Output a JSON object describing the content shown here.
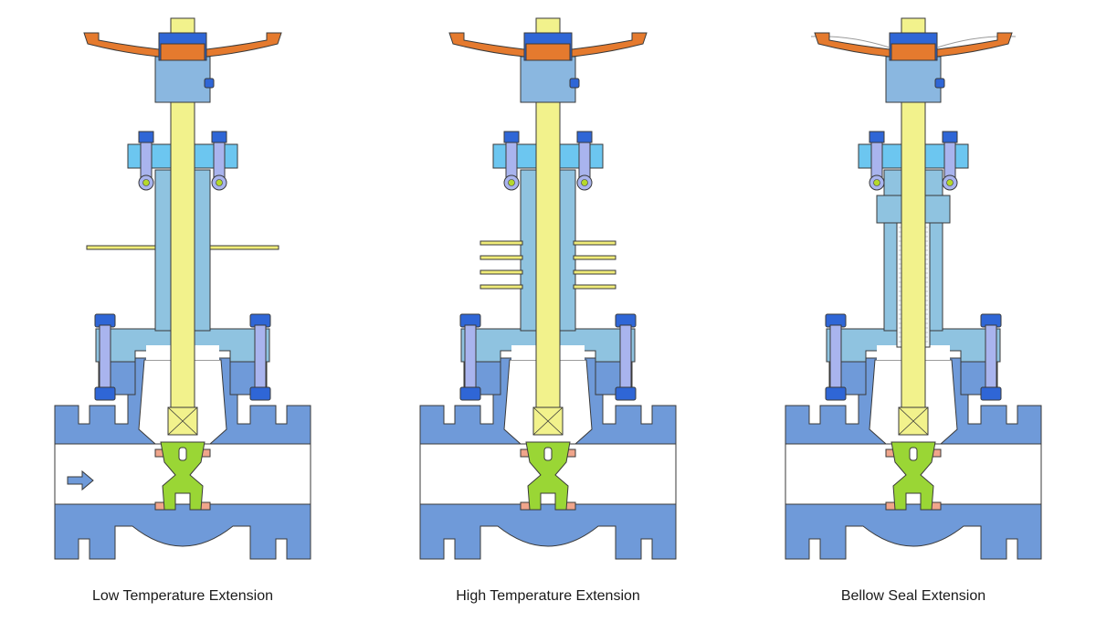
{
  "figure": {
    "panels": [
      {
        "id": "low",
        "caption": "Low Temperature Extension",
        "variant": "low-temp"
      },
      {
        "id": "high",
        "caption": "High Temperature Extension",
        "variant": "high-temp"
      },
      {
        "id": "bellow",
        "caption": "Bellow Seal Extension",
        "variant": "bellow"
      }
    ],
    "colors": {
      "body": "#6f9ad9",
      "bonnet": "#8fc3e0",
      "yoke": "#6cc6f0",
      "stem": "#f2f28c",
      "wedge": "#9ad635",
      "handwheel": "#e57a2e",
      "bolt": "#2f66d6",
      "seat": "#f0a58b",
      "fin": "#f0ec78",
      "outline": "#3a3a3a"
    }
  }
}
